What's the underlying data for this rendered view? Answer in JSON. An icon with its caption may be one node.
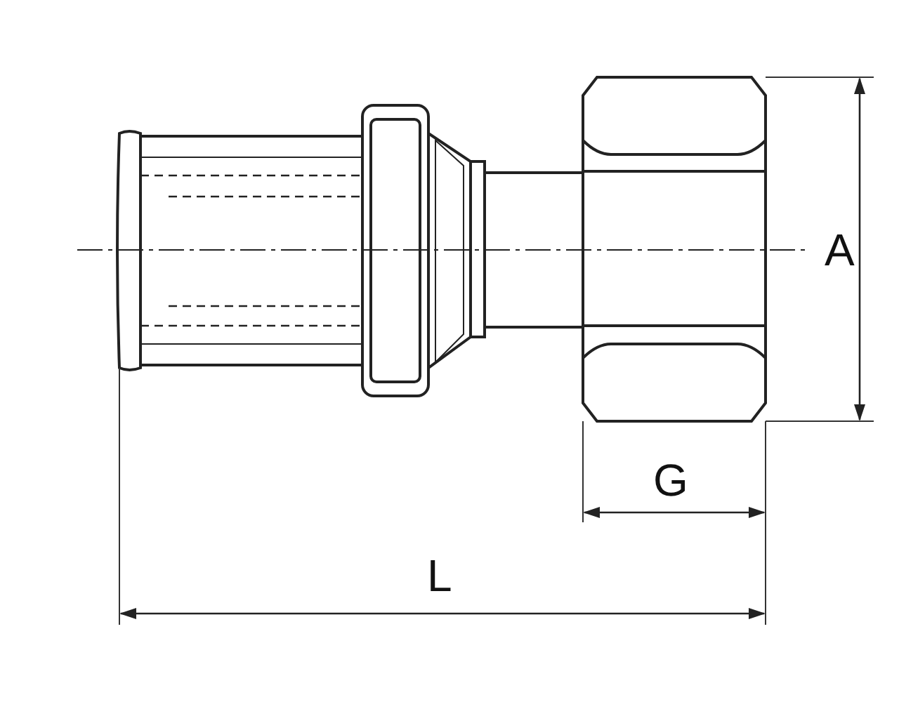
{
  "diagram": {
    "labels": [
      "A",
      "G",
      "L"
    ]
  }
}
